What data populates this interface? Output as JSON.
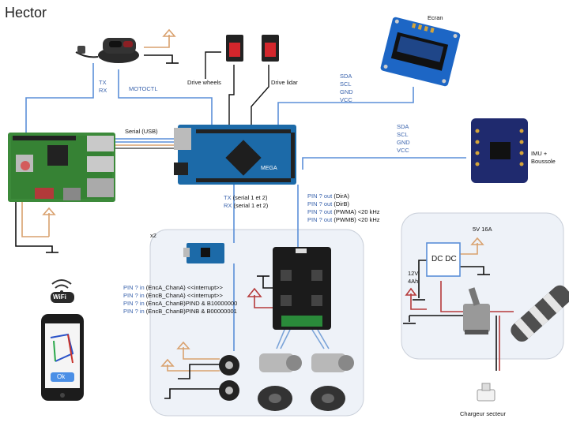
{
  "title": "Hector",
  "labels": {
    "ecran": "Ecran",
    "drive_wheels": "Drive wheels",
    "drive_lidar": "Drive lidar",
    "serial_usb": "Serial (USB)",
    "imu": "IMU +",
    "boussole": "Boussole",
    "x2": "x2",
    "dcdc": "DC DC",
    "power_out": "5V 16A",
    "battery_v": "12V",
    "battery_ah": "4Ah",
    "charger": "Chargeur secteur",
    "wifi": "WiFi",
    "phone_ok": "Ok"
  },
  "lidar_signals": {
    "tx": "TX",
    "rx": "RX",
    "motoctl": "MOTOCTL"
  },
  "oled_signals": [
    "SDA",
    "SCL",
    "GND",
    "VCC"
  ],
  "imu_signals": [
    "SDA",
    "SCL",
    "GND",
    "VCC"
  ],
  "serial_pins": [
    {
      "pin": "TX",
      "desc": "(serial 1 et 2)"
    },
    {
      "pin": "RX",
      "desc": "(serial 1 et 2)"
    }
  ],
  "motor_pins": [
    {
      "pin": "PIN ? out",
      "desc": "(DirA)"
    },
    {
      "pin": "PIN ? out",
      "desc": "(DirB)"
    },
    {
      "pin": "PIN ? out",
      "desc": "(PWMA) <20 kHz"
    },
    {
      "pin": "PIN ? out",
      "desc": "(PWMB) <20 kHz"
    }
  ],
  "encoder_pins": [
    {
      "pin": "PIN ? in",
      "desc": "(EncA_ChanA) <<interrupt>>"
    },
    {
      "pin": "PIN ? in",
      "desc": "(EncB_ChanA) <<interrupt>>"
    },
    {
      "pin": "PIN ? in",
      "desc": "(EncA_ChanB)PIND & B10000000"
    },
    {
      "pin": "PIN ? in",
      "desc": "(EncB_ChanB)PINB & B00000001"
    }
  ],
  "colors": {
    "wire_blue": "#5b8fd8",
    "wire_orange": "#d9a16e",
    "wire_black": "#111111",
    "wire_red": "#b53a3a",
    "panel": "#eef2f8"
  },
  "icons": [
    "lidar-icon",
    "switch-icon",
    "oled-icon",
    "raspberry-pi-icon",
    "arduino-mega-icon",
    "imu-icon",
    "arduino-nano-icon",
    "motor-driver-icon",
    "encoder-icon",
    "motor-icon",
    "mecanum-wheel-icon",
    "toggle-switch-icon",
    "battery-icon",
    "charger-plug-icon",
    "wifi-icon",
    "phone-icon"
  ]
}
